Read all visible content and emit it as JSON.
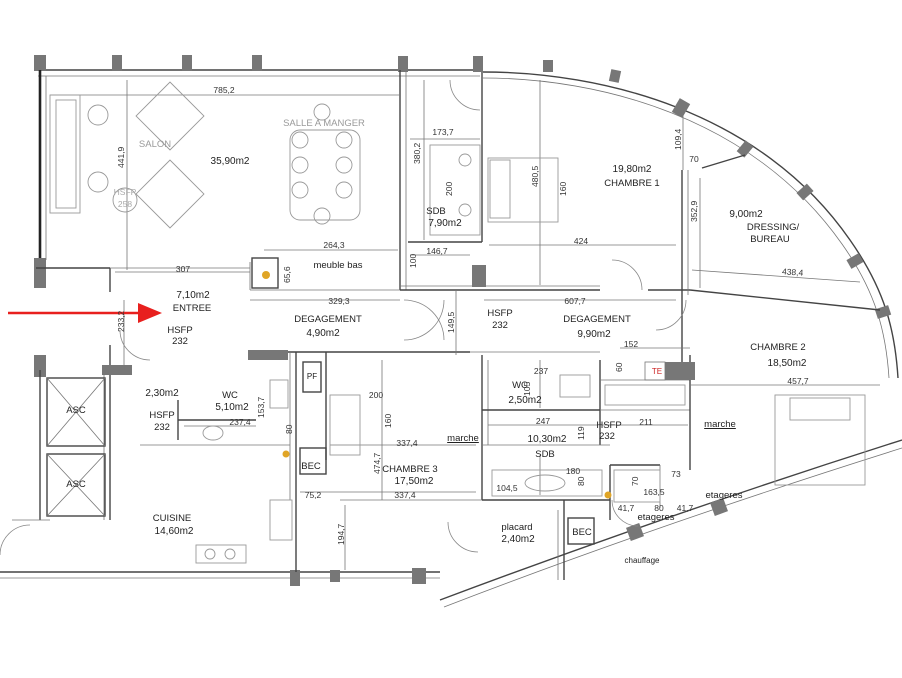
{
  "rooms": {
    "salon": {
      "name": "SALON"
    },
    "salle_a_manger": {
      "name": "SALLE A MANGER",
      "area": "35,90m2"
    },
    "sdb1": {
      "name": "SDB",
      "area": "7,90m2"
    },
    "chambre1": {
      "area": "19,80m2",
      "name": "CHAMBRE 1"
    },
    "dressing": {
      "area": "9,00m2",
      "name1": "DRESSING/",
      "name2": "BUREAU"
    },
    "entree": {
      "area": "7,10m2",
      "name": "ENTREE"
    },
    "degagement1": {
      "name": "DEGAGEMENT",
      "area": "4,90m2"
    },
    "degagement2": {
      "name": "DEGAGEMENT",
      "area": "9,90m2"
    },
    "chambre2": {
      "name": "CHAMBRE 2",
      "area": "18,50m2"
    },
    "wc1": {
      "name": "WC",
      "area": "5,10m2",
      "extra": "2,30m2"
    },
    "wc2": {
      "name": "WC",
      "area": "2,50m2"
    },
    "sdb2": {
      "area": "10,30m2",
      "name": "SDB"
    },
    "chambre3": {
      "name": "CHAMBRE 3",
      "area": "17,50m2"
    },
    "cuisine": {
      "name": "CUISINE",
      "area": "14,60m2"
    },
    "placard": {
      "name": "placard",
      "area": "2,40m2"
    }
  },
  "labels": {
    "meuble_bas": "meuble bas",
    "hsfp_232": "HSFP\n232",
    "hsfp_258": "HSFP\n258",
    "hsfp": "HSFP",
    "h232": "232",
    "h258": "258",
    "asc": "ASC",
    "bec": "BEC",
    "pf": "PF",
    "te": "TE",
    "marche": "marche",
    "etageres": "etageres",
    "chauffage": "chauffage"
  },
  "dimensions": {
    "d785": "785,2",
    "d441": "441,9",
    "d173": "173,7",
    "d380": "380,2",
    "d480": "480,5",
    "d200a": "200",
    "d160a": "160",
    "d109": "109,4",
    "d70a": "70",
    "d352": "352,9",
    "d264": "264,3",
    "d146": "146,7",
    "d100": "100",
    "d424": "424",
    "d438": "438,4",
    "d307": "307",
    "d65": "65,6",
    "d329": "329,3",
    "d607": "607,7",
    "d233": "233,2",
    "d149": "149,5",
    "d152": "152",
    "d60": "60",
    "d457": "457,7",
    "d237a": "237",
    "d105": "105",
    "d200b": "200",
    "d160b": "160",
    "d337a": "337,4",
    "d474": "474,7",
    "d247": "247",
    "d211": "211",
    "d237b": "237,4",
    "d153": "153,7",
    "d80a": "80",
    "d119": "119",
    "d180": "180",
    "d80b": "80",
    "d70b": "70",
    "d73": "73",
    "d163": "163,5",
    "d104": "104,5",
    "d75": "75,2",
    "d337b": "337,4",
    "d194": "194,7",
    "d41a": "41,7",
    "d80c": "80",
    "d41b": "41,7"
  },
  "colors": {
    "arrow": "#e8201e",
    "wall": "#555555",
    "fixture": "#e0a526"
  }
}
